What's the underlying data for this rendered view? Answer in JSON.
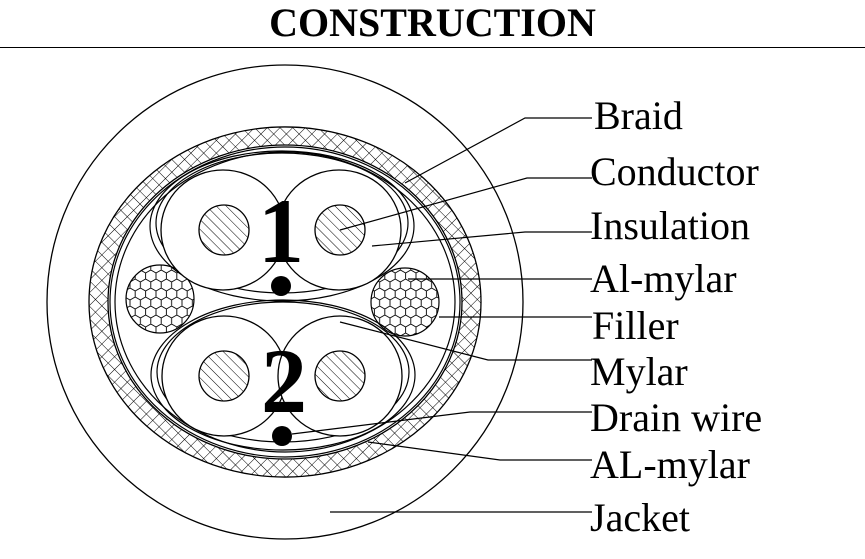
{
  "title": "CONSTRUCTION",
  "pair_numbers": [
    "1",
    "2"
  ],
  "labels": {
    "braid": "Braid",
    "conductor": "Conductor",
    "insulation": "Insulation",
    "al_mylar_1": "Al-mylar",
    "filler": "Filler",
    "mylar": "Mylar",
    "drain_wire": "Drain wire",
    "al_mylar_2": "AL-mylar",
    "jacket": "Jacket"
  }
}
